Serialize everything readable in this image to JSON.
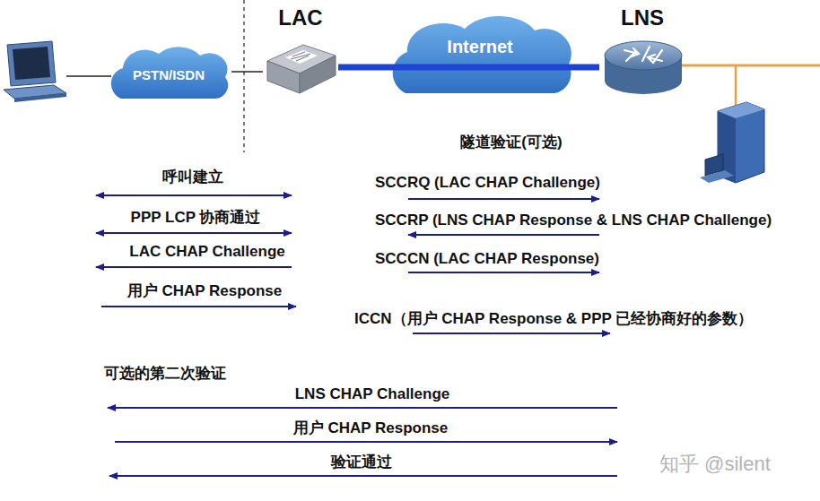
{
  "diagram": {
    "nodes": [
      {
        "text": [
          "PSTN/ISDN"
        ]
      },
      {
        "text": [
          "LAC"
        ]
      },
      {
        "text": [
          "Internet"
        ]
      },
      {
        "text": [
          "LNS"
        ]
      }
    ],
    "edges": [
      {
        "from": 0,
        "to": 1,
        "arrow": "none"
      },
      {
        "from": 1,
        "to": 3,
        "arrow": "none"
      }
    ],
    "labels": [
      "呼叫建立",
      "PPP LCP 协商通过",
      "LAC CHAP Challenge",
      "用户 CHAP Response",
      "隧道验证(可选)",
      "SCCRQ (LAC CHAP Challenge)",
      "SCCRP (LNS CHAP Response & LNS CHAP Challenge)",
      "SCCCN (LAC CHAP Response)",
      "ICCN（用户 CHAP Response & PPP 已经协商好的参数）",
      "可选的第二次验证",
      "LNS CHAP Challenge",
      "用户 CHAP Response",
      "验证通过",
      "知乎 @silent"
    ]
  }
}
